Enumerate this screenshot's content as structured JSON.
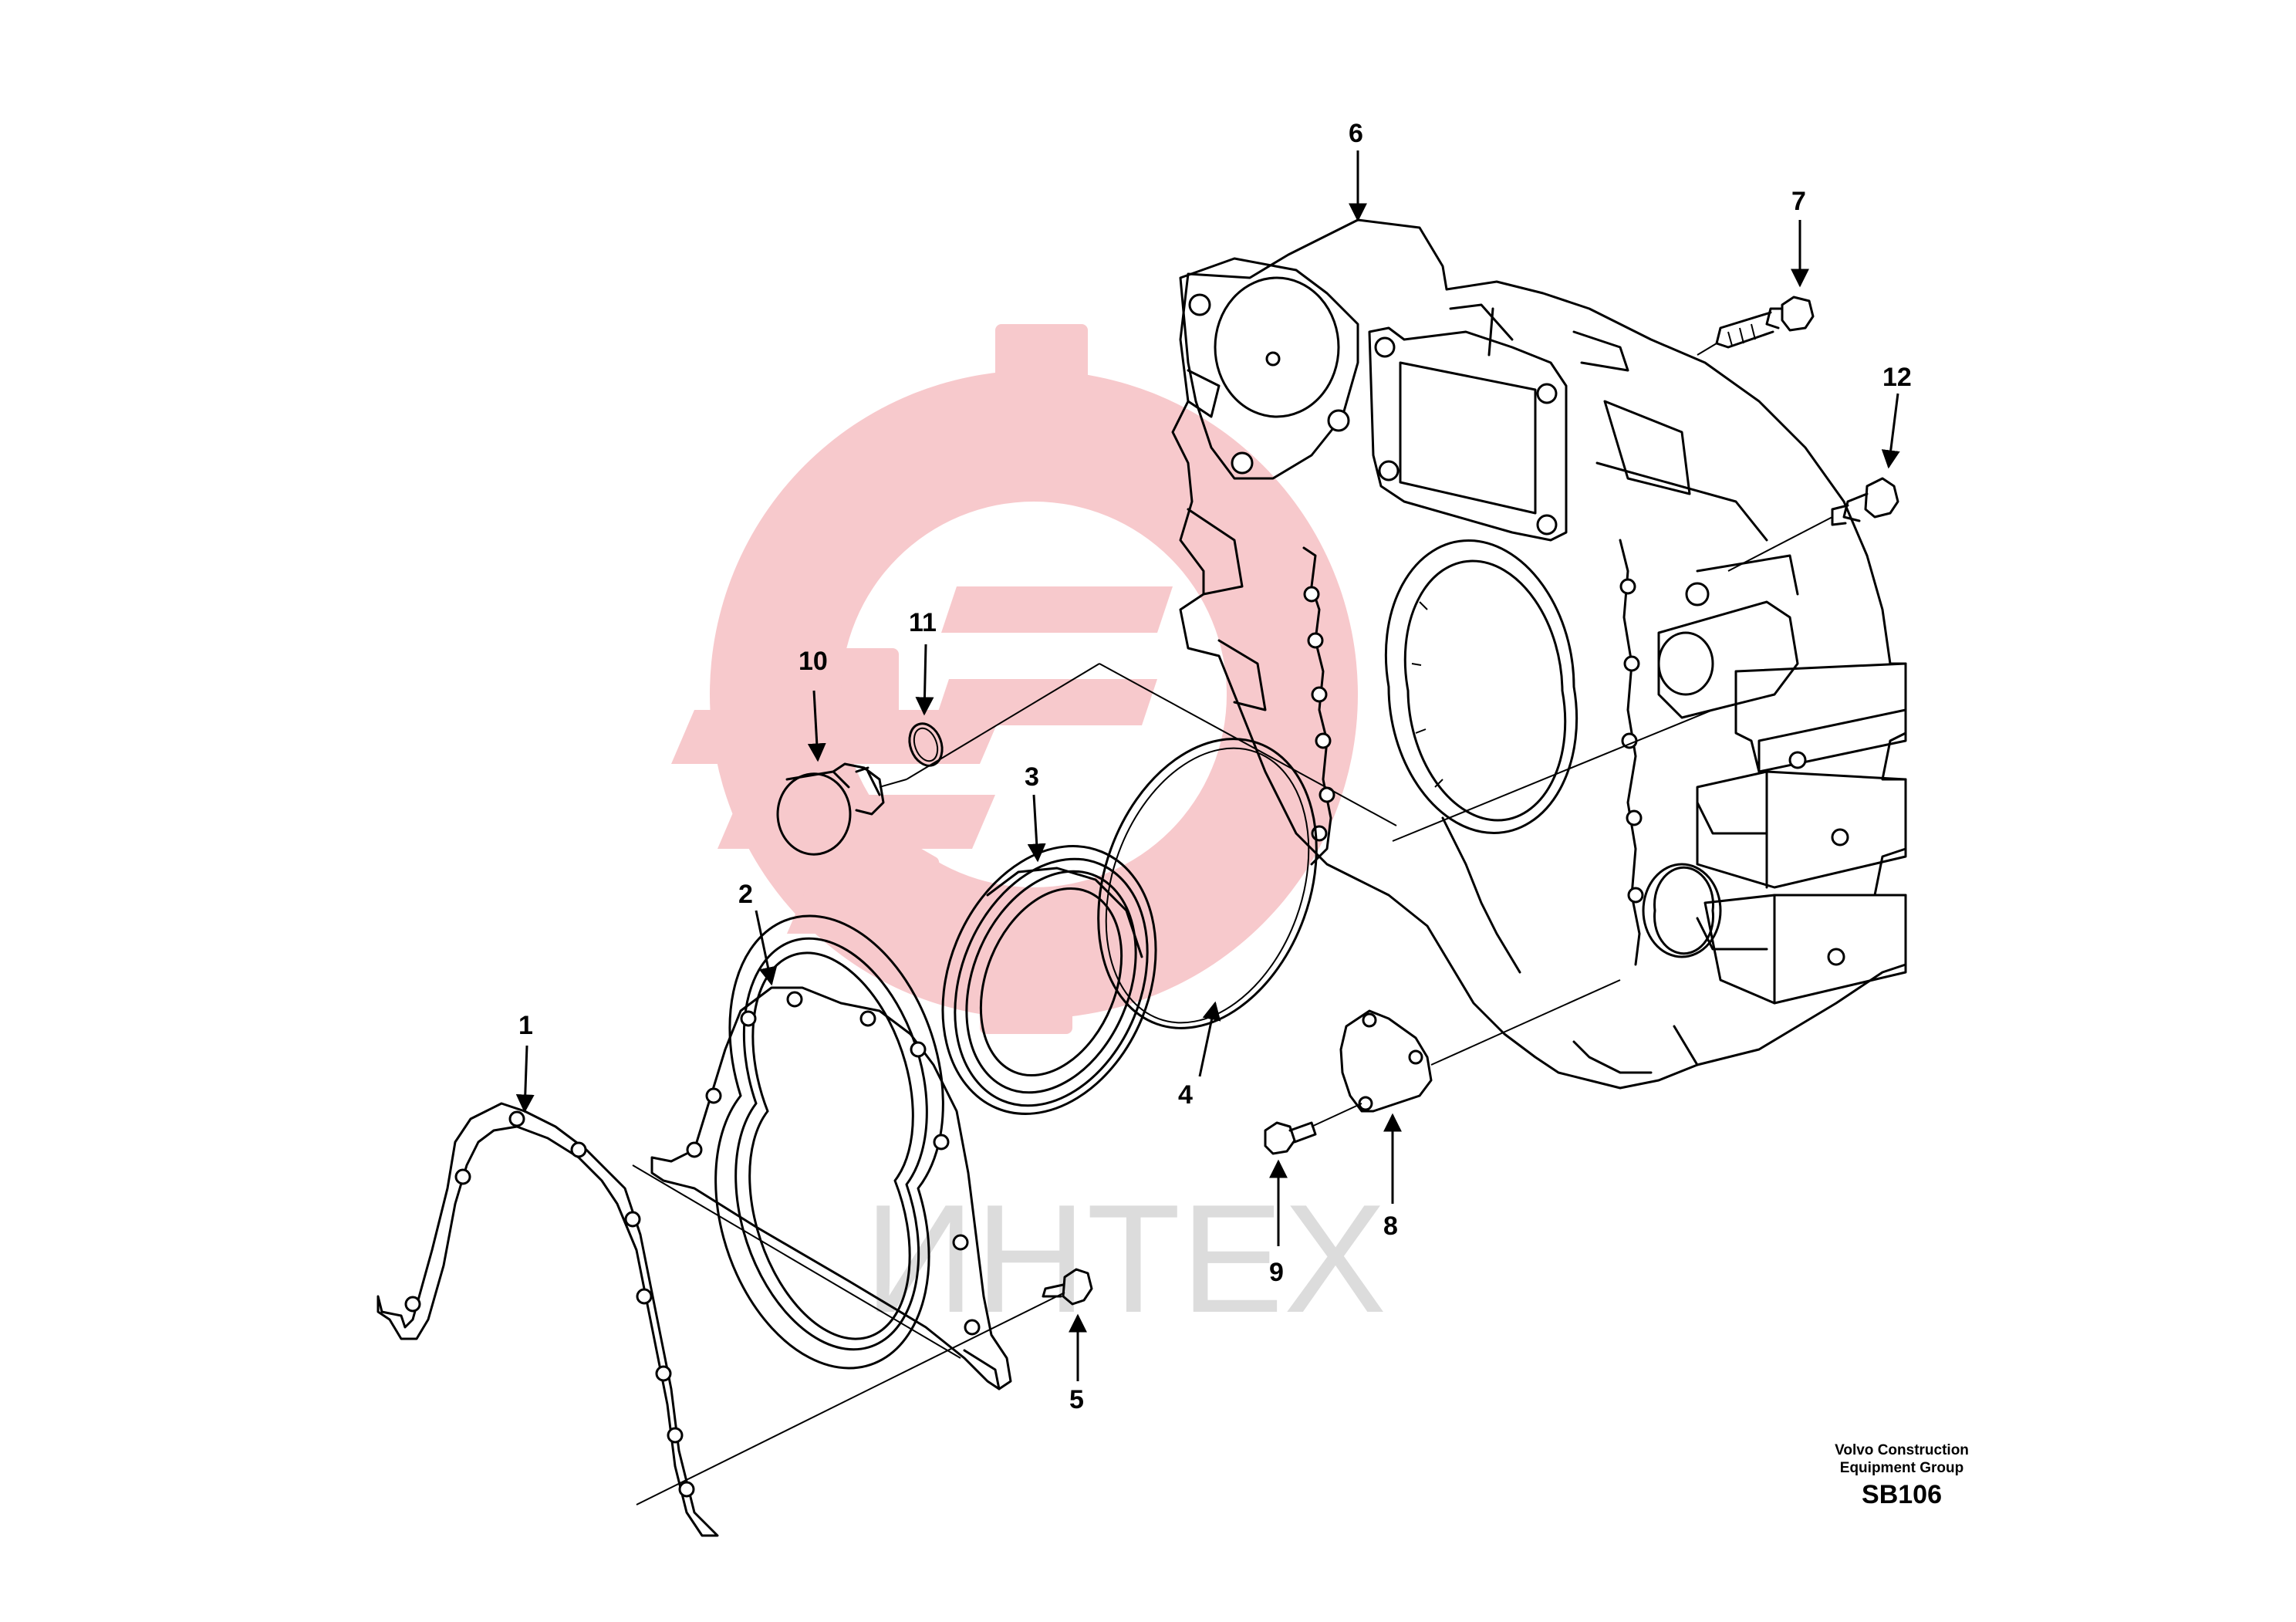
{
  "watermark": {
    "text": "ИНТЕХ",
    "logo_color": "#f7c9cc",
    "text_color": "#dcdcdc"
  },
  "callouts": [
    {
      "id": "1",
      "label": "1"
    },
    {
      "id": "2",
      "label": "2"
    },
    {
      "id": "3",
      "label": "3"
    },
    {
      "id": "4",
      "label": "4"
    },
    {
      "id": "5",
      "label": "5"
    },
    {
      "id": "6",
      "label": "6"
    },
    {
      "id": "7",
      "label": "7"
    },
    {
      "id": "8",
      "label": "8"
    },
    {
      "id": "9",
      "label": "9"
    },
    {
      "id": "10",
      "label": "10"
    },
    {
      "id": "11",
      "label": "11"
    },
    {
      "id": "12",
      "label": "12"
    }
  ],
  "footer": {
    "line1": "Volvo Construction",
    "line2": "Equipment Group",
    "code": "SB106"
  }
}
